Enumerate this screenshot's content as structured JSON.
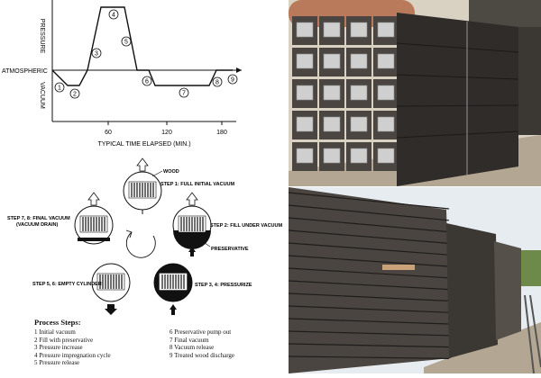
{
  "chart_data": {
    "type": "line",
    "title": "",
    "xlabel": "TYPICAL TIME ELAPSED (MIN.)",
    "ylabel_upper": "PRESSURE",
    "ylabel_lower": "VACUUM",
    "baseline_label": "ATMOSPHERIC",
    "xticks": [
      "60",
      "120",
      "180"
    ],
    "point_labels": [
      "1",
      "2",
      "3",
      "4",
      "5",
      "6",
      "7",
      "8",
      "9"
    ],
    "grid": false
  },
  "cycle": {
    "wood_label": "WOOD",
    "preservative_label": "PRESERVATIVE",
    "step1": "STEP 1: FULL INITIAL VACUUM",
    "step2": "STEP 2: FILL UNDER VACUUM",
    "step34": "STEP 3, 4: PRESSURIZE",
    "step56": "STEP 5, 6: EMPTY CYLINDER",
    "step78_line1": "STEP 7, 8: FINAL VACUUM",
    "step78_line2": "(VACUUM DRAIN)"
  },
  "process_steps": {
    "title": "Process Steps:",
    "items": [
      "1 Initial vacuum",
      "2 Fill with preservative",
      "3 Pressure increase",
      "4 Pressure impregnation cycle",
      "5 Pressure release",
      "6 Preservative pump out",
      "7 Final vacuum",
      "8 Vacuum release",
      "9 Treated wood discharge"
    ]
  },
  "colors": {
    "tie_dark": "#2f2c29",
    "tie_mid": "#4a4541",
    "plate": "#cfcfcf",
    "sky": "#e6ecef",
    "gravel": "#b3a793",
    "tank": "#b87a5a",
    "trees": "#6d8a4a"
  }
}
